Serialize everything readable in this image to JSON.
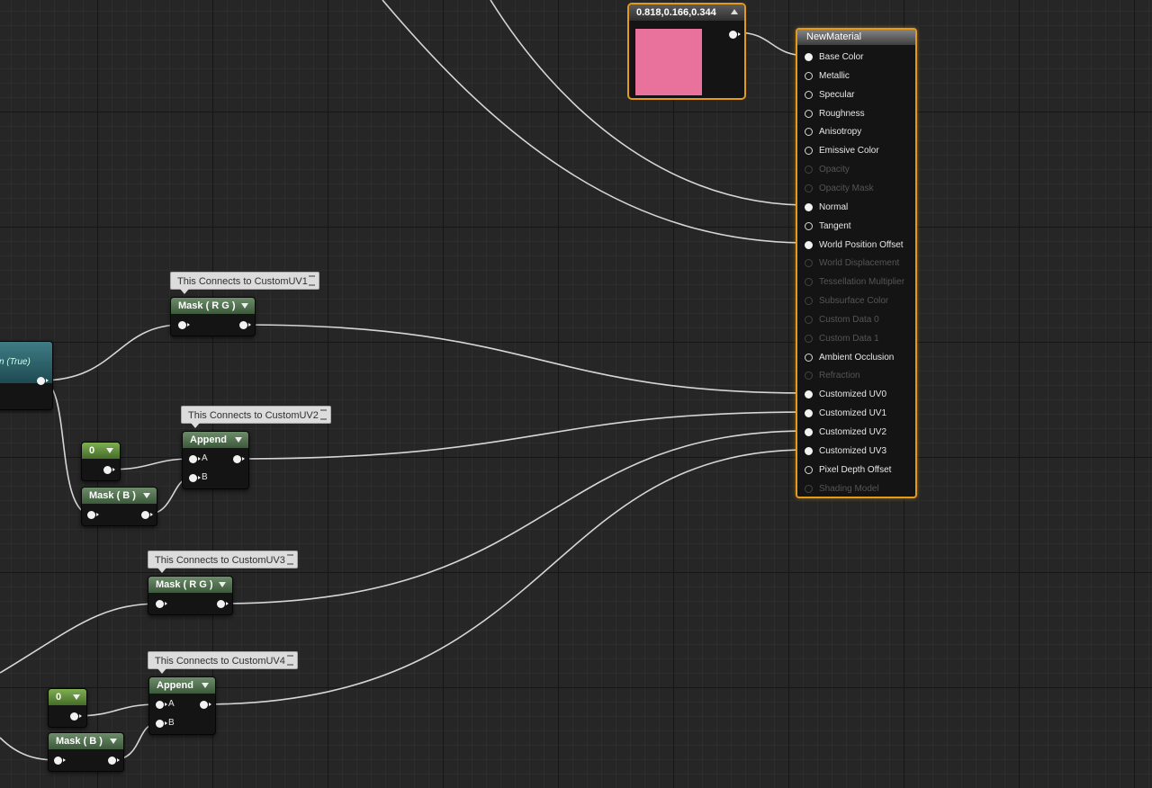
{
  "canvas": {
    "background": "#262626"
  },
  "color_node": {
    "title": "0.818,0.166,0.344",
    "swatch_color": "#e8729c"
  },
  "result_node": {
    "title": "NewMaterial",
    "inputs": [
      {
        "label": "Base Color",
        "state": "connected"
      },
      {
        "label": "Metallic",
        "state": "enabled"
      },
      {
        "label": "Specular",
        "state": "enabled"
      },
      {
        "label": "Roughness",
        "state": "enabled"
      },
      {
        "label": "Anisotropy",
        "state": "enabled"
      },
      {
        "label": "Emissive Color",
        "state": "enabled"
      },
      {
        "label": "Opacity",
        "state": "disabled"
      },
      {
        "label": "Opacity Mask",
        "state": "disabled"
      },
      {
        "label": "Normal",
        "state": "connected"
      },
      {
        "label": "Tangent",
        "state": "enabled"
      },
      {
        "label": "World Position Offset",
        "state": "connected"
      },
      {
        "label": "World Displacement",
        "state": "disabled"
      },
      {
        "label": "Tessellation Multiplier",
        "state": "disabled"
      },
      {
        "label": "Subsurface Color",
        "state": "disabled"
      },
      {
        "label": "Custom Data 0",
        "state": "disabled"
      },
      {
        "label": "Custom Data 1",
        "state": "disabled"
      },
      {
        "label": "Ambient Occlusion",
        "state": "enabled"
      },
      {
        "label": "Refraction",
        "state": "disabled"
      },
      {
        "label": "Customized UV0",
        "state": "connected"
      },
      {
        "label": "Customized UV1",
        "state": "connected"
      },
      {
        "label": "Customized UV2",
        "state": "connected"
      },
      {
        "label": "Customized UV3",
        "state": "connected"
      },
      {
        "label": "Pixel Depth Offset",
        "state": "enabled"
      },
      {
        "label": "Shading Model",
        "state": "disabled"
      }
    ]
  },
  "comments": {
    "c1": "This Connects to CustomUV1",
    "c2": "This Connects to CustomUV2",
    "c3": "This Connects to CustomUV3",
    "c4": "This Connects to CustomUV4"
  },
  "nodes": {
    "partial_true": "n (True)",
    "mask_rg_1": "Mask ( R G )",
    "mask_rg_2": "Mask ( R G )",
    "mask_b_1": "Mask ( B )",
    "mask_b_2": "Mask ( B )",
    "append_1": "Append",
    "append_2": "Append",
    "const_1": "0",
    "const_2": "0",
    "pin_a": "A",
    "pin_b": "B"
  }
}
